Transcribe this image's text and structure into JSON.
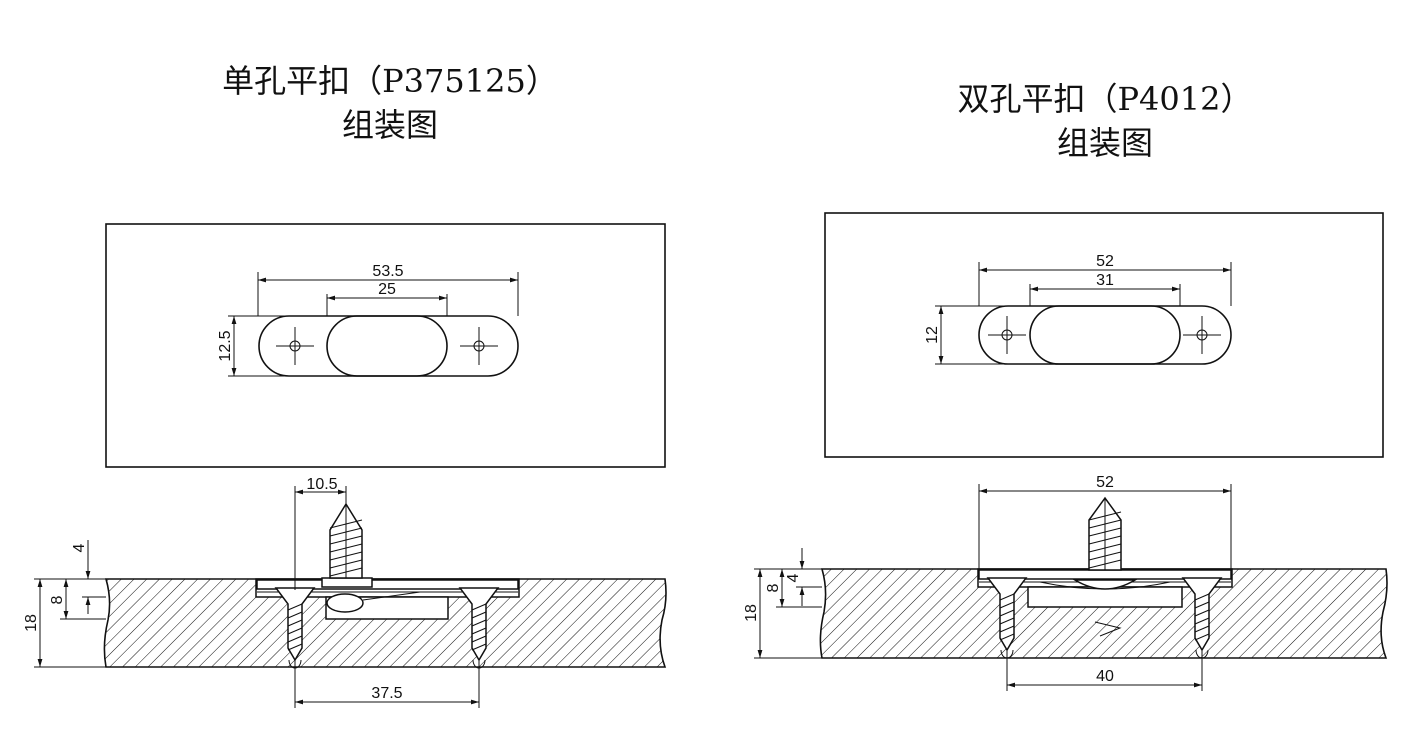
{
  "left": {
    "title_line1": "单孔平扣（P375125）",
    "title_line2": "组装图",
    "dims": {
      "overall_length": "53.5",
      "recess_length": "25",
      "height": "12.5",
      "screw_offset": "10.5",
      "hole_spacing": "37.5",
      "depth_a": "4",
      "depth_b": "8",
      "board_thickness": "18"
    }
  },
  "right": {
    "title_line1": "双孔平扣（P4012）",
    "title_line2": "组装图",
    "dims": {
      "overall_length": "52",
      "recess_length": "31",
      "height": "12",
      "plate_length": "52",
      "hole_spacing": "40",
      "depth_a": "4",
      "depth_b": "8",
      "board_thickness": "18"
    }
  }
}
